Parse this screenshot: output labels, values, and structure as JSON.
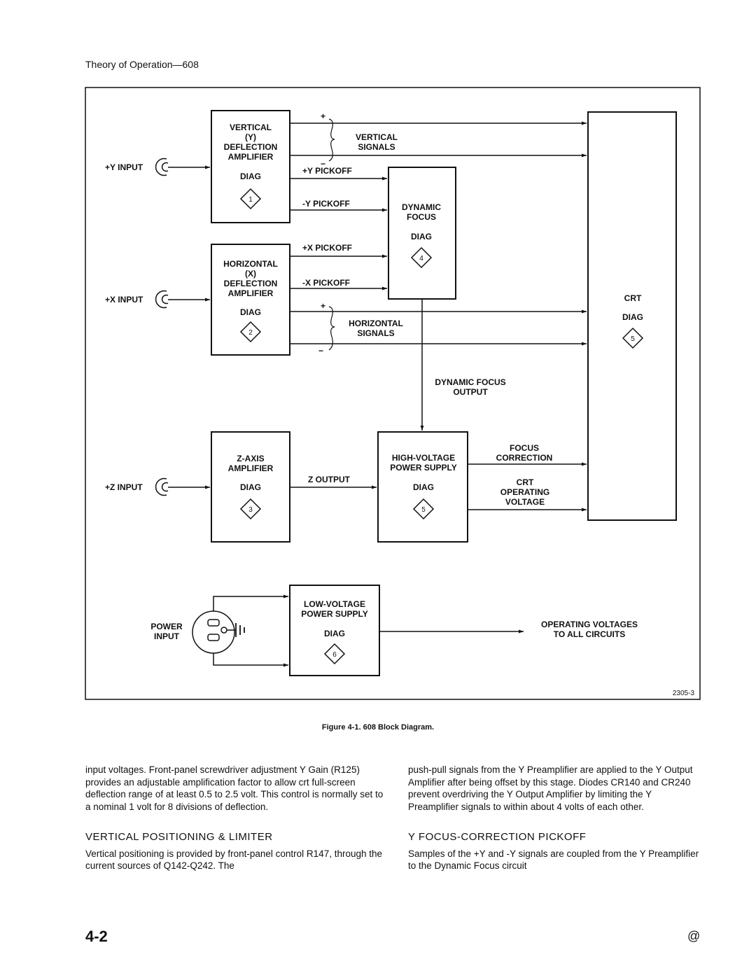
{
  "header": {
    "title": "Theory of Operation—608"
  },
  "diagram": {
    "vertical_amp": {
      "lines": [
        "VERTICAL",
        "(Y)",
        "DEFLECTION",
        "AMPLIFIER"
      ],
      "diag_label": "DIAG",
      "diag_num": "1"
    },
    "horizontal_amp": {
      "lines": [
        "HORIZONTAL",
        "(X)",
        "DEFLECTION",
        "AMPLIFIER"
      ],
      "diag_label": "DIAG",
      "diag_num": "2"
    },
    "zaxis_amp": {
      "lines": [
        "Z-AXIS",
        "AMPLIFIER"
      ],
      "diag_label": "DIAG",
      "diag_num": "3"
    },
    "dynamic_focus": {
      "lines": [
        "DYNAMIC",
        "FOCUS"
      ],
      "diag_label": "DIAG",
      "diag_num": "4"
    },
    "hv_supply": {
      "lines": [
        "HIGH-VOLTAGE",
        "POWER SUPPLY"
      ],
      "diag_label": "DIAG",
      "diag_num": "5"
    },
    "crt": {
      "lines": [
        "CRT"
      ],
      "diag_label": "DIAG",
      "diag_num": "5"
    },
    "lv_supply": {
      "lines": [
        "LOW-VOLTAGE",
        "POWER SUPPLY"
      ],
      "diag_label": "DIAG",
      "diag_num": "6"
    },
    "inputs": {
      "y": "+Y INPUT",
      "x": "+X INPUT",
      "z": "+Z INPUT",
      "power": [
        "POWER",
        "INPUT"
      ]
    },
    "signals": {
      "vertical": [
        "VERTICAL",
        "SIGNALS"
      ],
      "horizontal": [
        "HORIZONTAL",
        "SIGNALS"
      ],
      "plus_y_pickoff": "+Y PICKOFF",
      "minus_y_pickoff": "-Y PICKOFF",
      "plus_x_pickoff": "+X PICKOFF",
      "minus_x_pickoff": "-X PICKOFF",
      "dynamic_focus_output": [
        "DYNAMIC FOCUS",
        "OUTPUT"
      ],
      "z_output": "Z OUTPUT",
      "focus_correction": [
        "FOCUS",
        "CORRECTION"
      ],
      "crt_operating_voltage": [
        "CRT",
        "OPERATING",
        "VOLTAGE"
      ],
      "operating_voltages": [
        "OPERATING VOLTAGES",
        "TO ALL CIRCUITS"
      ],
      "plus": "+",
      "minus": "−"
    },
    "figure_id": "2305-3"
  },
  "caption": "Figure 4-1. 608 Block Diagram.",
  "left_column": {
    "para1": "input voltages. Front-panel screwdriver adjustment Y Gain (R125) provides an adjustable amplification factor to allow crt full-screen deflection range of at least 0.5 to 2.5 volt. This control is normally set to a nominal 1 volt for 8 divisions of deflection.",
    "heading": "VERTICAL POSITIONING & LIMITER",
    "para2": "Vertical positioning is provided by front-panel control R147, through the current sources of Q142-Q242. The"
  },
  "right_column": {
    "para1": "push-pull signals from the Y Preamplifier are applied to the Y Output Amplifier after being offset by this stage. Diodes CR140 and CR240 prevent overdriving the Y Output Amplifier by limiting the Y Preamplifier signals to within about 4 volts of each other.",
    "heading": "Y FOCUS-CORRECTION PICKOFF",
    "para2": "Samples of the +Y and -Y signals are coupled from the Y Preamplifier to the Dynamic Focus circuit"
  },
  "footer": {
    "page_number": "4-2",
    "mark": "@"
  }
}
